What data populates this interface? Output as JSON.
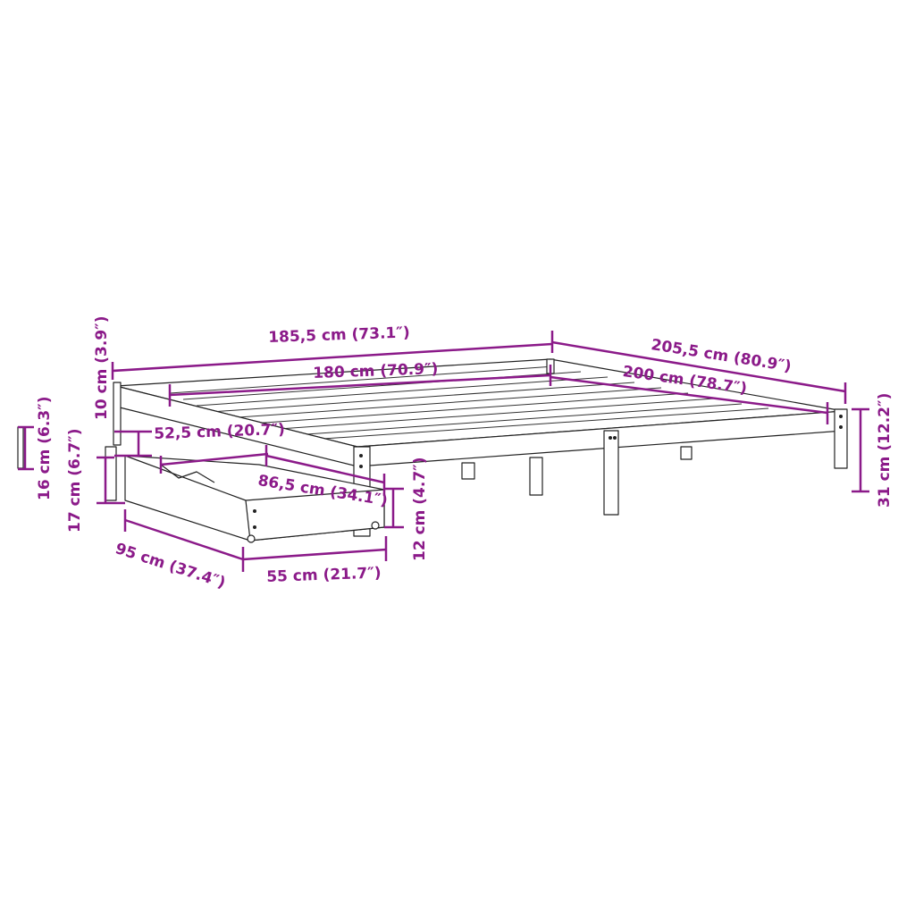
{
  "diagram": {
    "subject": "Bed frame with two storage drawers - dimension drawing",
    "accent_color": "#8b1a89",
    "line_color": "#222222",
    "dimensions": {
      "overall_width": "185,5 cm (73.1″)",
      "inner_width": "180 cm (70.9″)",
      "overall_length": "205,5 cm (80.9″)",
      "inner_length": "200 cm (78.7″)",
      "overall_height": "31 cm (12.2″)",
      "headboard_top": "10 cm (3.9″)",
      "under_bed_clearance": "12 cm (4.7″)",
      "drawer_opening_width": "52,5 cm (20.7″)",
      "drawer_opening_depth": "86,5 cm (34.1″)",
      "drawer_height_outer": "17 cm (6.7″)",
      "drawer_height_inner": "16 cm (6.3″)",
      "drawer_length": "95 cm (37.4″)",
      "drawer_width": "55 cm (21.7″)"
    }
  }
}
